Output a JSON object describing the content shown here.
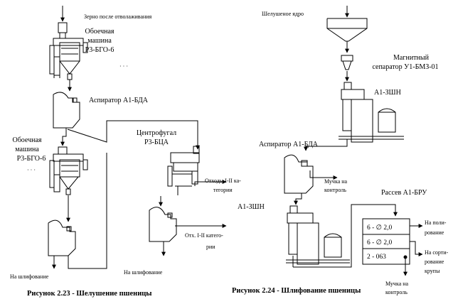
{
  "left": {
    "grain_input": "Зерно после отволаживания",
    "huller1": [
      "Обоечная",
      "машина",
      "Р3-БГО-6",
      "· · ·"
    ],
    "aspirator": "Аспиратор А1-БДА",
    "huller2": [
      "Обоечная",
      "машина",
      "Р3-БГО-6",
      "· · ·"
    ],
    "centrifugal": [
      "Центрофугал",
      "Р3-БЦА"
    ],
    "waste1": [
      "Отходы I-II ка-",
      "тегории"
    ],
    "waste2": [
      "Отх. I-II катего-",
      "рии"
    ],
    "out1": "На шлифование",
    "out2": "На шлифование",
    "caption": "Рисунок 2.23 - Шелушение пшеницы"
  },
  "right": {
    "kernel_input": "Шелушеное ядро",
    "magnet": [
      "Магнитный",
      "сепаратор У1-БМЗ-01"
    ],
    "polisher1": "А1-ЗШН",
    "aspirator": "Аспиратор А1-БДА",
    "flour1": [
      "Мучка на",
      "контроль"
    ],
    "polisher2": "А1-ЗШН",
    "sifter": "Рассев  А1-БРУ",
    "sieve_rows": [
      "6 - ∅ 2,0",
      "6 - ∅ 2,0",
      "2 -   063"
    ],
    "to_polish": [
      "На поли-",
      "рование"
    ],
    "to_sort": [
      "На сорти-",
      "рование",
      "крупы"
    ],
    "flour2": [
      "Мучка на",
      "контроль"
    ],
    "caption": "Рисунок 2.24 - Шлифование пшеницы"
  }
}
